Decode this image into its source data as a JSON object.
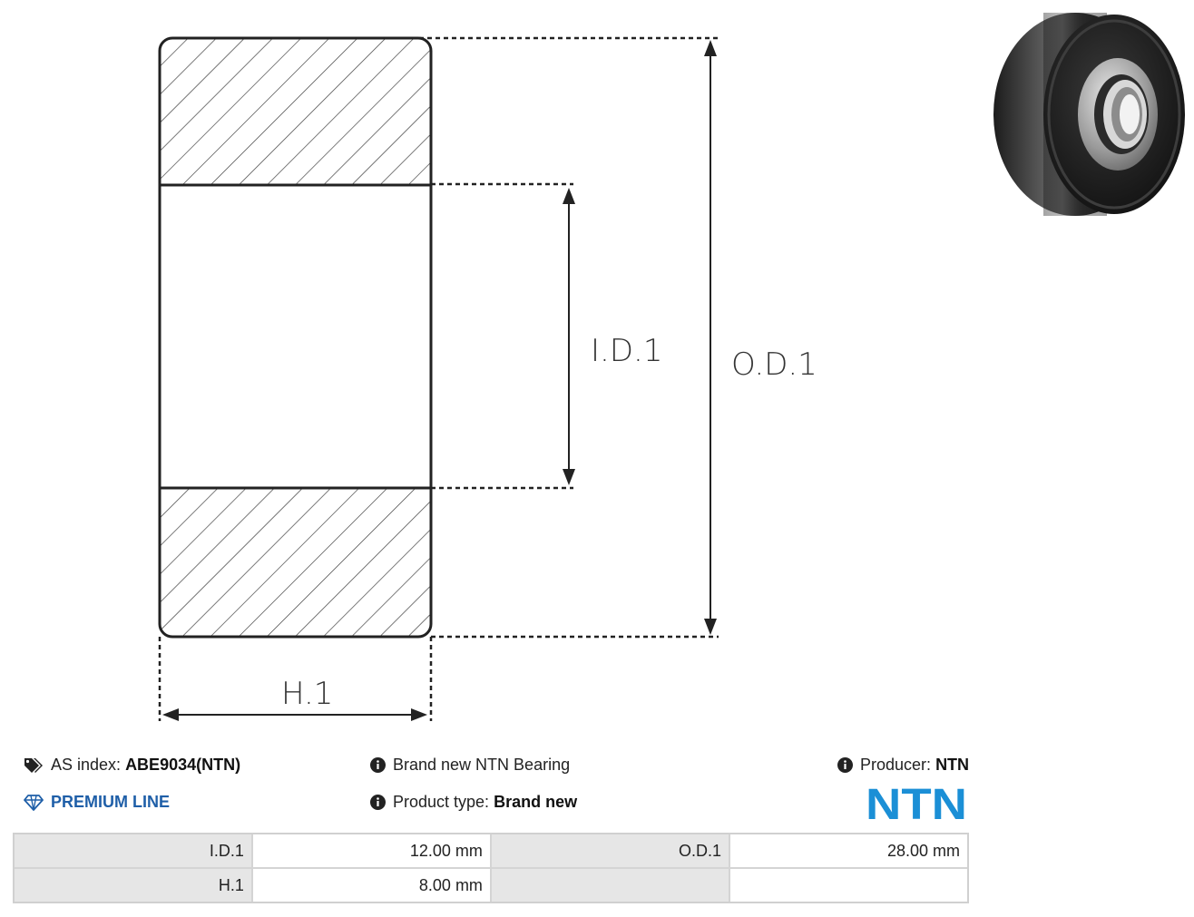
{
  "diagram": {
    "label_id": "I.D.1",
    "label_od": "O.D.1",
    "label_h": "H.1"
  },
  "info": {
    "as_index_label": "AS index:",
    "as_index_value": "ABE9034(NTN)",
    "premium_label": "PREMIUM LINE",
    "description": "Brand new NTN Bearing",
    "product_type_label": "Product type:",
    "product_type_value": "Brand new",
    "producer_label": "Producer:",
    "producer_value": "NTN",
    "logo_text": "NTN"
  },
  "colors": {
    "premium_blue": "#1f5fa8",
    "logo_blue": "#1b8fd6",
    "table_label_bg": "#e6e6e6"
  },
  "specs": {
    "rows": [
      [
        {
          "label": "I.D.1",
          "value": "12.00 mm"
        },
        {
          "label": "O.D.1",
          "value": "28.00 mm"
        }
      ],
      [
        {
          "label": "H.1",
          "value": "8.00 mm"
        },
        {
          "label": "",
          "value": ""
        }
      ]
    ]
  }
}
